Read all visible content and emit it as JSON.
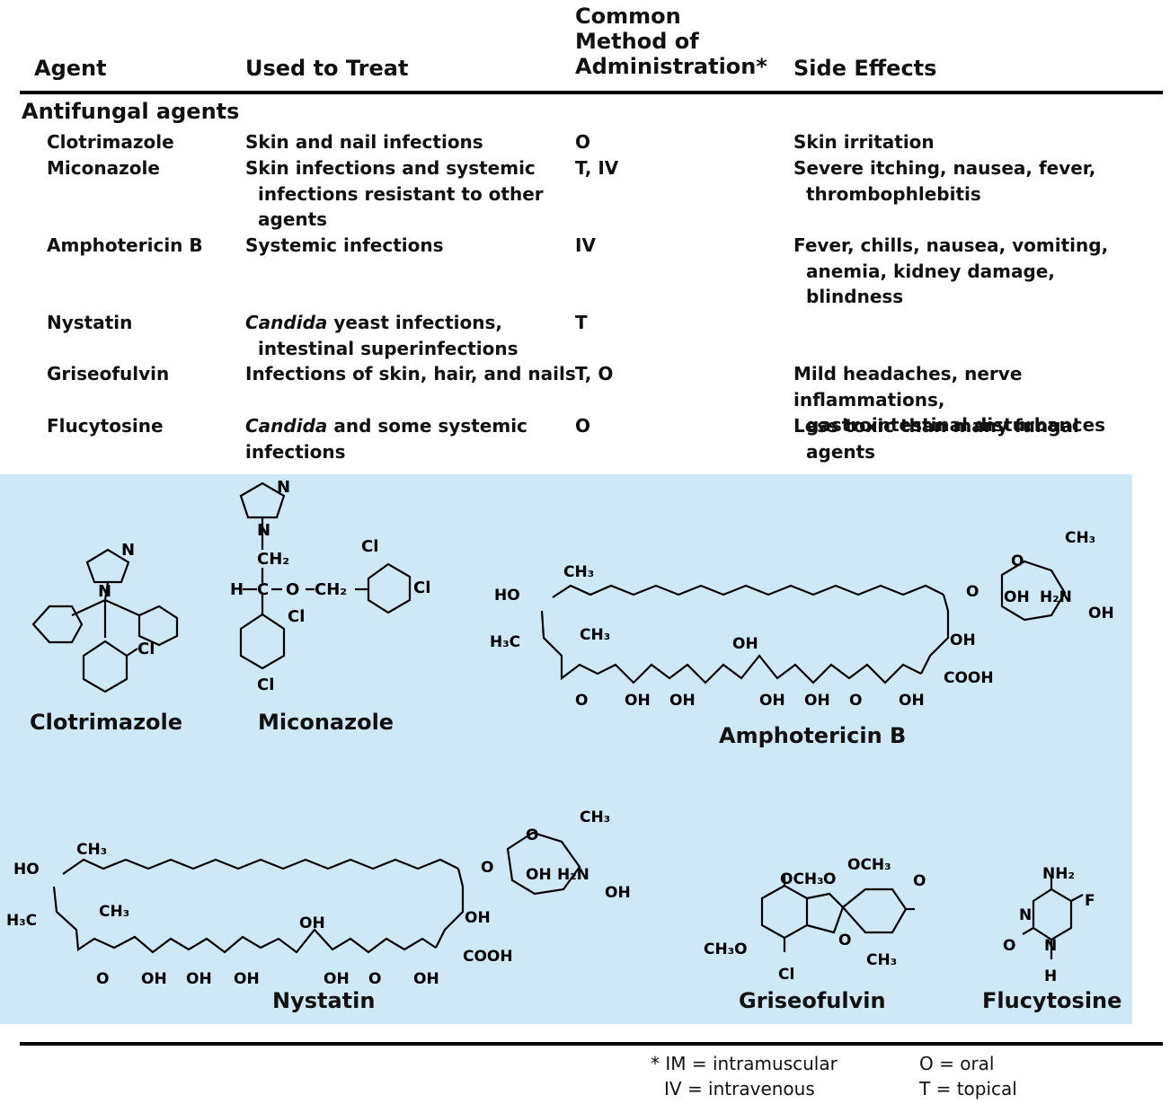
{
  "table": {
    "headers": {
      "agent": "Agent",
      "used": "Used to Treat",
      "method": [
        "Common",
        "Method of",
        "Administration*"
      ],
      "side": "Side Effects"
    },
    "section_title": "Antifungal agents",
    "rows": [
      {
        "agent": "Clotrimazole",
        "used": [
          "Skin and nail infections"
        ],
        "method": "O",
        "side": [
          "Skin irritation"
        ]
      },
      {
        "agent": "Miconazole",
        "used": [
          "Skin infections and systemic",
          "infections resistant to other",
          "agents"
        ],
        "method": "T, IV",
        "side": [
          "Severe itching, nausea, fever,",
          "thrombophlebitis"
        ]
      },
      {
        "agent": "Amphotericin B",
        "used": [
          "Systemic infections"
        ],
        "method": "IV",
        "side": [
          "Fever, chills, nausea, vomiting,",
          "anemia, kidney damage,",
          "blindness"
        ]
      },
      {
        "agent": "Nystatin",
        "used_italic": "Candida",
        "used": [
          " yeast infections,",
          "intestinal superinfections"
        ],
        "method": "T",
        "side": []
      },
      {
        "agent": "Griseofulvin",
        "used": [
          "Infections of skin, hair, and nails"
        ],
        "method": "T, O",
        "side": [
          "Mild headaches, nerve inflammations,",
          "gastrointestinal disturbances"
        ]
      },
      {
        "agent": "Flucytosine",
        "used_italic": "Candida",
        "used": [
          " and some systemic",
          "infections"
        ],
        "method": "O",
        "side": [
          "Less toxic than many fungal",
          "agents"
        ]
      }
    ]
  },
  "structures": {
    "clotrimazole": "Clotrimazole",
    "miconazole": "Miconazole",
    "amphotericin": "Amphotericin B",
    "nystatin": "Nystatin",
    "griseofulvin": "Griseofulvin",
    "flucytosine": "Flucytosine"
  },
  "footnote": {
    "im": "* IM = intramuscular",
    "iv": "IV = intravenous",
    "o": "O = oral",
    "t": "T = topical"
  },
  "colors": {
    "panel": "#cfe8f6",
    "rule": "#000000",
    "text": "#111111"
  }
}
